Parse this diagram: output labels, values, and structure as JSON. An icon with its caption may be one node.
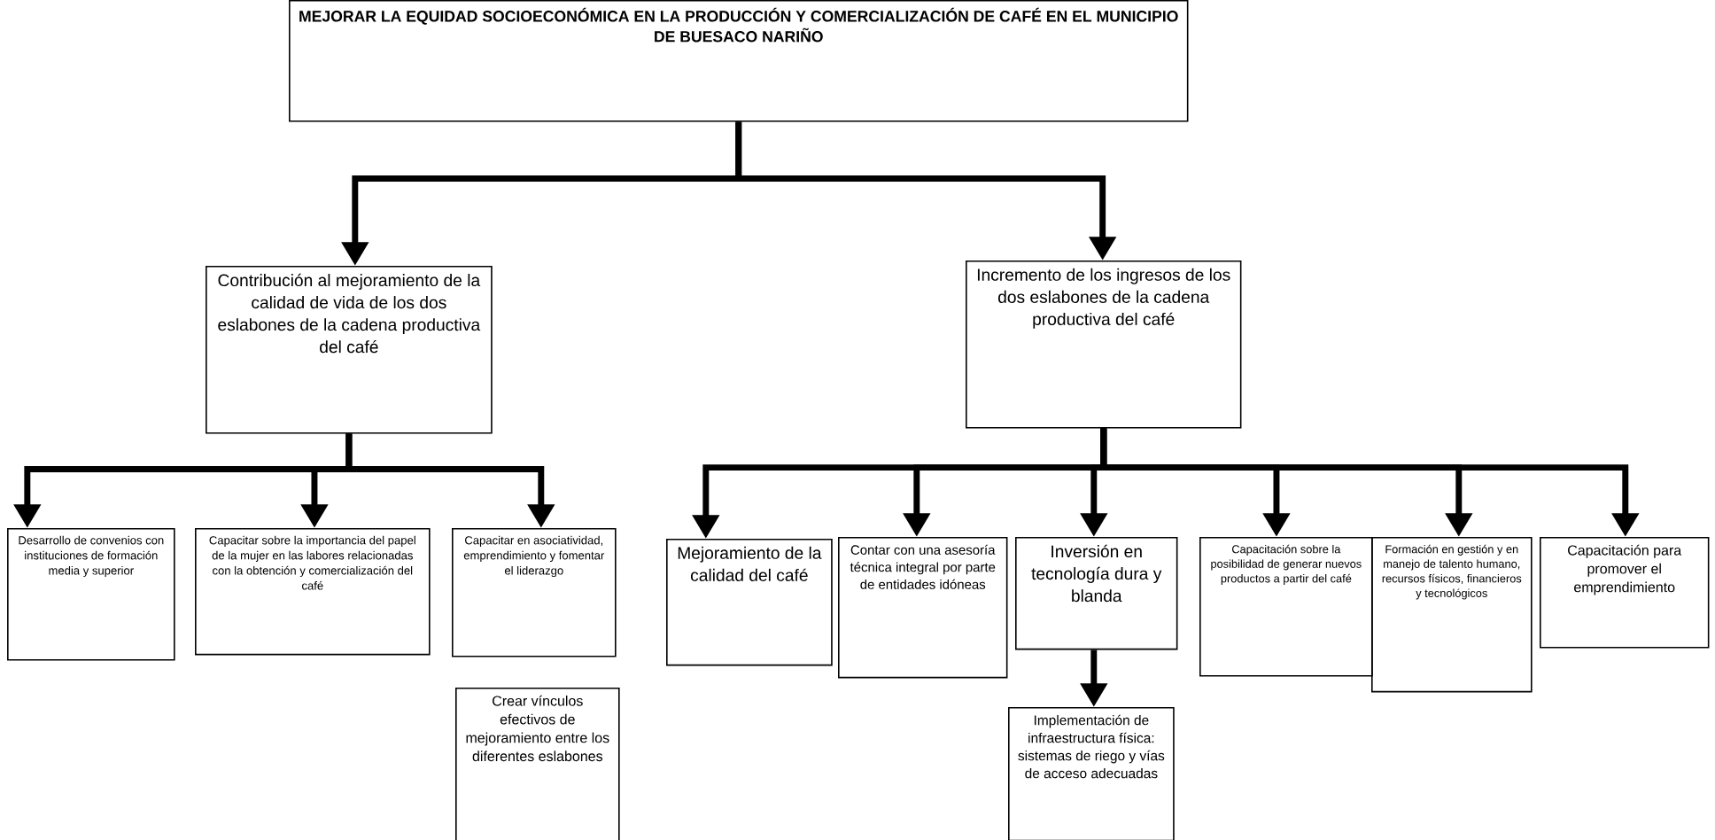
{
  "diagram": {
    "nodes": [
      {
        "text": [
          "MEJORAR LA EQUIDAD SOCIOECONÓMICA EN LA PRODUCCIÓN Y COMERCIALIZACIÓN DE CAFÉ EN EL MUNICIPIO DE BUESACO NARIÑO"
        ]
      },
      {
        "text": [
          "Contribución al mejoramiento de la calidad de vida de los dos eslabones de la cadena productiva del café"
        ]
      },
      {
        "text": [
          "Incremento de los ingresos de los dos eslabones de la cadena productiva del café"
        ]
      },
      {
        "text": [
          "Desarrollo de convenios con instituciones de formación media y superior"
        ]
      },
      {
        "text": [
          "Capacitar sobre la importancia del papel de la mujer en las labores relacionadas con la obtención y comercialización del café"
        ]
      },
      {
        "text": [
          "Capacitar en asociatividad, emprendimiento y fomentar el liderazgo"
        ]
      },
      {
        "text": [
          "Crear vínculos efectivos de mejoramiento entre los diferentes eslabones"
        ]
      },
      {
        "text": [
          "Mejoramiento de la calidad del café"
        ]
      },
      {
        "text": [
          "Contar con una asesoría técnica integral por parte de entidades idóneas"
        ]
      },
      {
        "text": [
          "Inversión en tecnología dura y blanda"
        ]
      },
      {
        "text": [
          "Implementación de infraestructura física: sistemas de riego y vías de acceso adecuadas"
        ]
      },
      {
        "text": [
          "Capacitación sobre la posibilidad de generar nuevos productos a partir del café"
        ]
      },
      {
        "text": [
          "Formación en gestión y en manejo de talento humano, recursos físicos, financieros y tecnológicos"
        ]
      },
      {
        "text": [
          "Capacitación para promover el emprendimiento"
        ]
      }
    ],
    "edges": [
      {
        "from": 0,
        "to": 1,
        "arrow": "to"
      },
      {
        "from": 0,
        "to": 2,
        "arrow": "to"
      },
      {
        "from": 1,
        "to": 3,
        "arrow": "to"
      },
      {
        "from": 1,
        "to": 4,
        "arrow": "to"
      },
      {
        "from": 1,
        "to": 5,
        "arrow": "to"
      },
      {
        "from": 2,
        "to": 7,
        "arrow": "to"
      },
      {
        "from": 2,
        "to": 8,
        "arrow": "to"
      },
      {
        "from": 2,
        "to": 9,
        "arrow": "to"
      },
      {
        "from": 2,
        "to": 11,
        "arrow": "to"
      },
      {
        "from": 2,
        "to": 12,
        "arrow": "to"
      },
      {
        "from": 2,
        "to": 13,
        "arrow": "to"
      },
      {
        "from": 9,
        "to": 10,
        "arrow": "to"
      }
    ]
  }
}
